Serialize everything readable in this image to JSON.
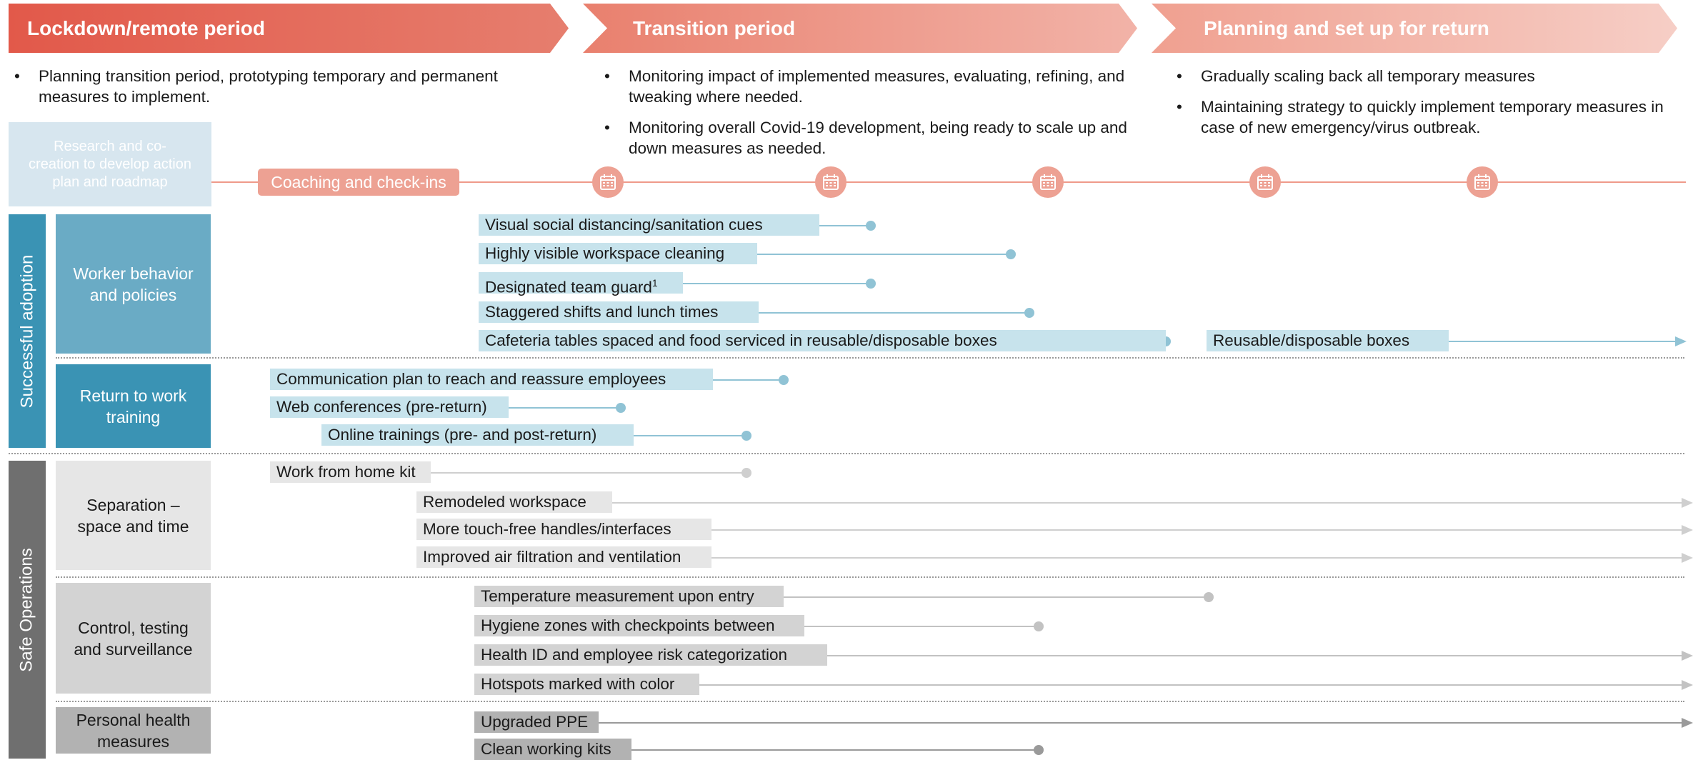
{
  "colors": {
    "phase1_from": "#e2594a",
    "phase1_to": "#e67e6e",
    "phase2_from": "#e9806e",
    "phase2_to": "#f2b3a8",
    "phase3_from": "#f0a090",
    "phase3_to": "#f6cec6",
    "timeline": "#ef9a8a",
    "blue_item": "#c7e3ec",
    "blue_line": "#90c3d5",
    "adoption_dark": "#3a93b4",
    "adoption_light": "#6aabc5",
    "safe_dark": "#6f6f6f",
    "gray_light": "#e6e6e6",
    "gray_mid": "#d3d3d3",
    "gray_dark": "#b2b2b2"
  },
  "phases": [
    {
      "title": "Lockdown/remote period"
    },
    {
      "title": "Transition period"
    },
    {
      "title": "Planning and set up for return"
    }
  ],
  "bullets": {
    "col1": [
      "Planning transition period, prototyping temporary and permanent measures to implement."
    ],
    "col2": [
      "Monitoring impact of implemented measures, evaluating, refining, and tweaking where needed.",
      "Monitoring overall Covid-19 development, being ready to scale up and down measures as needed."
    ],
    "col3": [
      "Gradually scaling back all temporary measures",
      "Maintaining strategy to quickly implement temporary measures in case of new emergency/virus outbreak."
    ]
  },
  "timeline": {
    "research_label": "Research and co-creation to develop action plan and roadmap",
    "coaching_label": "Coaching and check-ins",
    "checkpoint_icon": "calendar-icon",
    "checkpoint_count": 5
  },
  "groups": {
    "adoption": "Successful adoption",
    "safe": "Safe Operations"
  },
  "categories": {
    "worker": "Worker behavior and policies",
    "training": "Return to work training",
    "separation": "Separation – space and time",
    "control": "Control, testing and surveillance",
    "personal": "Personal health measures"
  },
  "measures": {
    "worker": [
      "Visual social distancing/sanitation cues",
      "Highly visible workspace cleaning",
      "Designated team guard",
      "Staggered shifts and lunch times",
      "Cafeteria tables spaced and food serviced in reusable/disposable boxes",
      "Reusable/disposable boxes"
    ],
    "worker_footnote": "1",
    "training": [
      "Communication plan to reach and reassure employees",
      "Web conferences (pre-return)",
      "Online trainings (pre- and post-return)"
    ],
    "separation": [
      "Work from home kit",
      "Remodeled workspace",
      "More touch-free handles/interfaces",
      "Improved air filtration and ventilation"
    ],
    "control": [
      "Temperature measurement upon entry",
      "Hygiene zones with checkpoints between",
      "Health ID and employee risk categorization",
      "Hotspots marked with color"
    ],
    "personal": [
      "Upgraded PPE",
      "Clean working kits"
    ]
  }
}
